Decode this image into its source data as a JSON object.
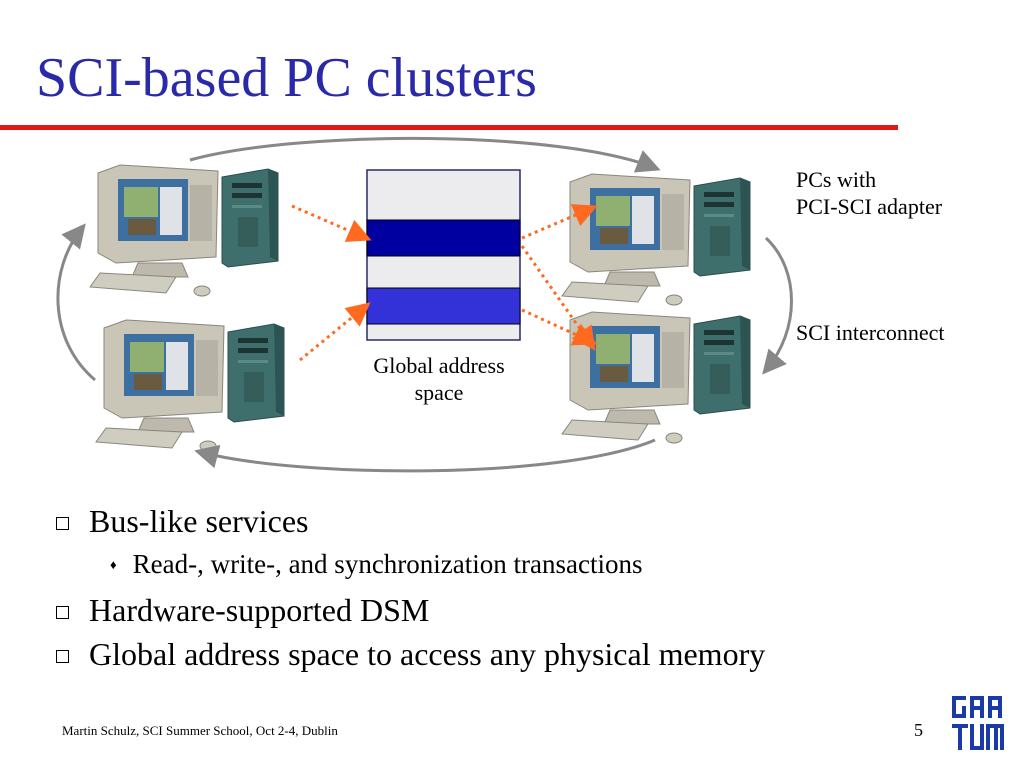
{
  "slide": {
    "title": "SCI-based PC clusters",
    "footer": "Martin Schulz, SCI Summer School, Oct 2-4, Dublin",
    "page_number": "5",
    "logo": "TUM logo"
  },
  "diagram": {
    "pcs_label_line1": "PCs with",
    "pcs_label_line2": "PCI-SCI adapter",
    "interconnect_label": "SCI interconnect",
    "memory_label_line1": "Global address",
    "memory_label_line2": "space"
  },
  "bullets": [
    {
      "text": "Bus-like services"
    },
    {
      "text": "Read-, write-, and synchronization transactions"
    },
    {
      "text": "Hardware-supported DSM"
    },
    {
      "text": "Global address space to access any physical memory"
    }
  ],
  "colors": {
    "title": "#2a2aa8",
    "rule": "#e01818",
    "segment_dark": "#0000a0",
    "segment_bright": "#3232d8",
    "arrows": "#ff6a20"
  }
}
